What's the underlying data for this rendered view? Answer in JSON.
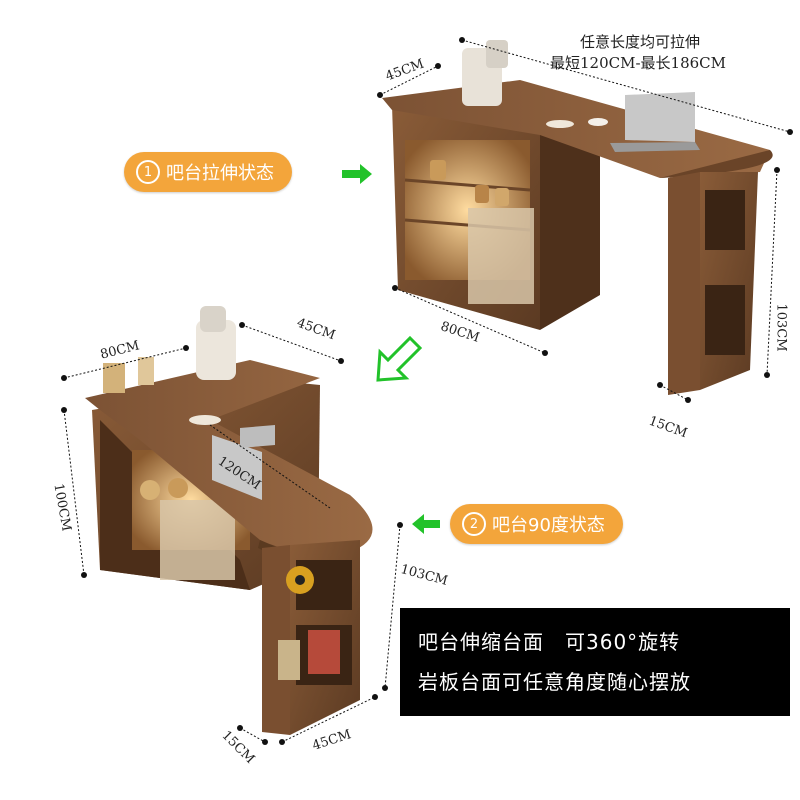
{
  "state1": {
    "num": "①",
    "label": "吧台拉伸状态"
  },
  "state2": {
    "num": "②",
    "label": "吧台90度状态"
  },
  "note": {
    "line1": "任意长度均可拉伸",
    "line2": "最短120CM-最长186CM"
  },
  "dims_top": {
    "depth": "45CM",
    "width": "80CM",
    "height": "103CM",
    "leg": "15CM"
  },
  "dims_bottom": {
    "width": "80CM",
    "depth": "45CM",
    "height": "100CM",
    "top_length": "120CM",
    "leg_height": "103CM",
    "leg_width": "15CM",
    "leg_depth": "45CM"
  },
  "banner": {
    "line1": "吧台伸缩台面　可360°旋转",
    "line2": "岩板台面可任意角度随心摆放"
  },
  "colors": {
    "accent": "#f3a53b",
    "arrow": "#22c22a",
    "wood": "#6b4528",
    "banner_bg": "#000000"
  }
}
